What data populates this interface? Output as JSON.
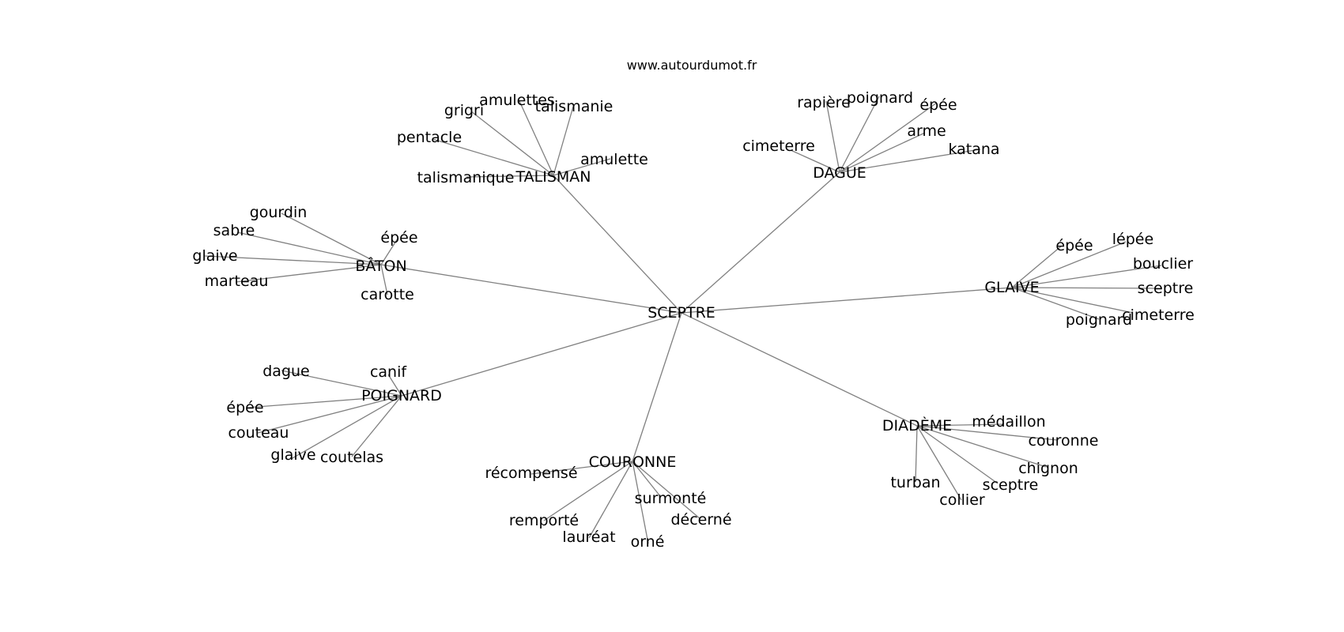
{
  "source": "www.autourdumot.fr",
  "center": "SCEPTRE",
  "groups": [
    {
      "hub": "TALISMAN",
      "leaves": [
        "grigri",
        "amulettes",
        "talismanie",
        "pentacle",
        "amulette",
        "talismanique"
      ]
    },
    {
      "hub": "DAGUE",
      "leaves": [
        "rapière",
        "poignard",
        "épée",
        "cimeterre",
        "arme",
        "katana"
      ]
    },
    {
      "hub": "BÂTON",
      "leaves": [
        "gourdin",
        "sabre",
        "glaive",
        "épée",
        "marteau",
        "carotte"
      ]
    },
    {
      "hub": "GLAIVE",
      "leaves": [
        "épée",
        "lépée",
        "bouclier",
        "sceptre",
        "cimeterre",
        "poignard"
      ]
    },
    {
      "hub": "POIGNARD",
      "leaves": [
        "dague",
        "canif",
        "épée",
        "couteau",
        "glaive",
        "coutelas"
      ]
    },
    {
      "hub": "DIADÈME",
      "leaves": [
        "médaillon",
        "couronne",
        "chignon",
        "sceptre",
        "turban",
        "collier"
      ]
    },
    {
      "hub": "COURONNE",
      "leaves": [
        "récompensé",
        "surmonté",
        "remporté",
        "décerné",
        "lauréat",
        "orné"
      ]
    }
  ]
}
